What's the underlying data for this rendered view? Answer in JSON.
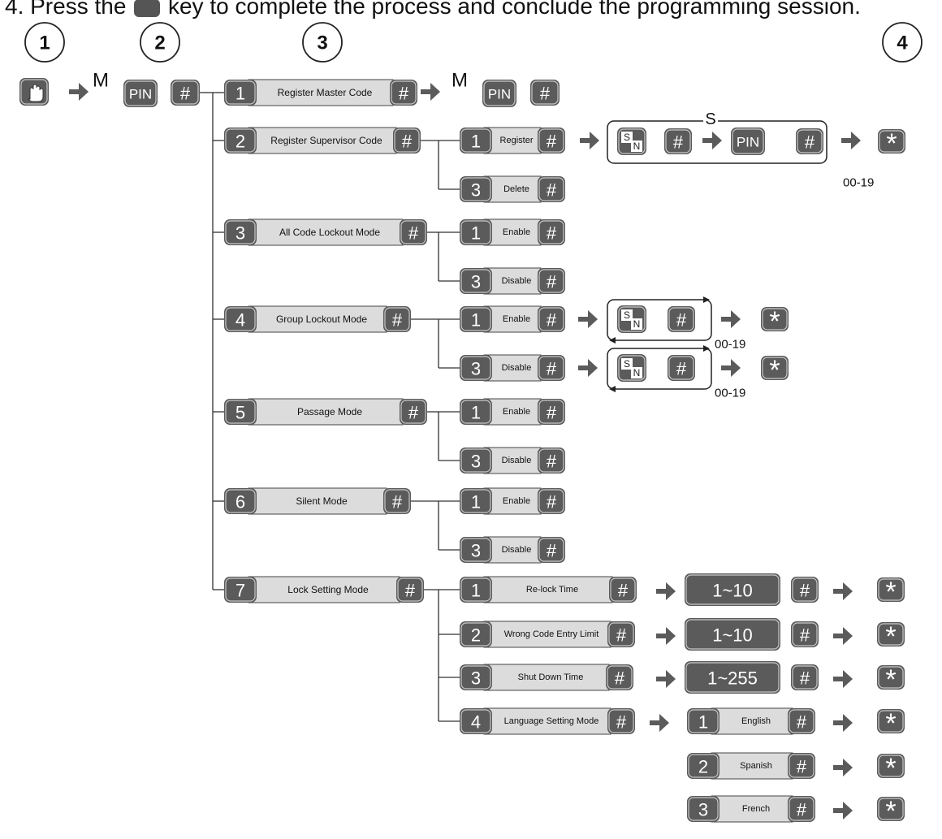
{
  "header": {
    "pre": "4. Press the",
    "post": "key to complete the process and conclude the programming session."
  },
  "steps": [
    "1",
    "2",
    "3",
    "4"
  ],
  "keys": {
    "pin": "PIN",
    "hash": "#",
    "star": "*",
    "m": "M",
    "s": "S",
    "sn_top": "S",
    "sn_bottom": "N",
    "hand_icon": "hand-icon",
    "arrow_icon": "arrow-right-icon"
  },
  "menu": [
    {
      "num": "1",
      "label": "Register Master Code"
    },
    {
      "num": "2",
      "label": "Register Supervisor Code",
      "subs": [
        {
          "num": "1",
          "label": "Register"
        },
        {
          "num": "3",
          "label": "Delete"
        }
      ]
    },
    {
      "num": "3",
      "label": "All Code Lockout Mode",
      "subs": [
        {
          "num": "1",
          "label": "Enable"
        },
        {
          "num": "3",
          "label": "Disable"
        }
      ]
    },
    {
      "num": "4",
      "label": "Group Lockout  Mode",
      "subs": [
        {
          "num": "1",
          "label": "Enable"
        },
        {
          "num": "3",
          "label": "Disable"
        }
      ]
    },
    {
      "num": "5",
      "label": "Passage Mode",
      "subs": [
        {
          "num": "1",
          "label": "Enable"
        },
        {
          "num": "3",
          "label": "Disable"
        }
      ]
    },
    {
      "num": "6",
      "label": "Silent Mode",
      "subs": [
        {
          "num": "1",
          "label": "Enable"
        },
        {
          "num": "3",
          "label": "Disable"
        }
      ]
    },
    {
      "num": "7",
      "label": "Lock Setting Mode",
      "subs": [
        {
          "num": "1",
          "label": "Re-lock Time",
          "value": "1~10"
        },
        {
          "num": "2",
          "label": "Wrong Code Entry Limit",
          "value": "1~10"
        },
        {
          "num": "3",
          "label": "Shut Down Time",
          "value": "1~255"
        },
        {
          "num": "4",
          "label": "Language Setting Mode"
        }
      ]
    }
  ],
  "languages": [
    {
      "num": "1",
      "label": "English"
    },
    {
      "num": "2",
      "label": "Spanish"
    },
    {
      "num": "3",
      "label": "French"
    }
  ],
  "range_label": "00-19"
}
